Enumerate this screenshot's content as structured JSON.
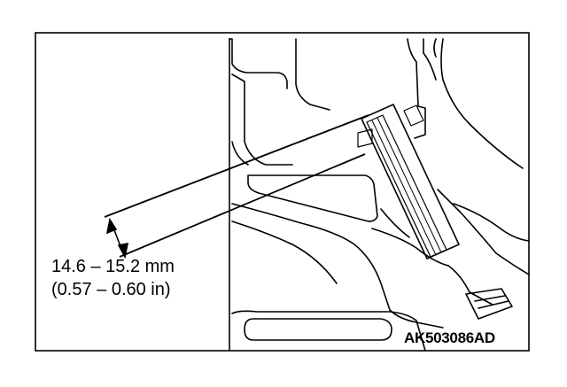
{
  "figure": {
    "spec_mm": "14.6 – 15.2 mm",
    "spec_in": "(0.57 – 0.60 in)",
    "code": "AK503086AD"
  },
  "colors": {
    "ink": "#000000",
    "paper": "#ffffff"
  }
}
